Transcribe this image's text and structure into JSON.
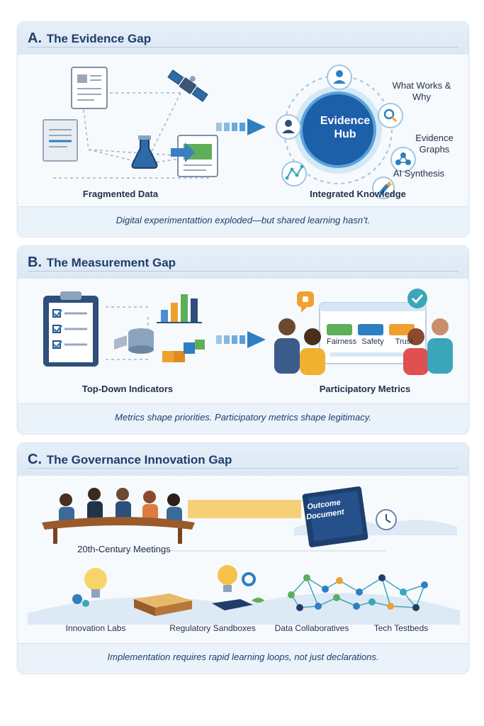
{
  "colors": {
    "navy": "#1f3d6b",
    "accent": "#2d7fc1",
    "teal": "#3aa6b9",
    "orange": "#f0a030",
    "panel": "#f7fafd"
  },
  "section_a": {
    "letter": "A.",
    "title": "The Evidence Gap",
    "left_caption": "Fragmented Data",
    "right_caption": "Integrated Knowledge",
    "hub_label": "Evidence Hub",
    "node_what_works": "What Works & Why",
    "node_evidence_graphs": "Evidence Graphs",
    "node_ai_synthesis": "AI Synthesis",
    "note": "Digital experimentattion exploded—but shared learning hasn’t."
  },
  "section_b": {
    "letter": "B.",
    "title": "The Measurement Gap",
    "left_caption": "Top-Down Indicators",
    "right_caption": "Participatory Metrics",
    "screen_labels": [
      "Fairness",
      "Safety",
      "Trust"
    ],
    "note": "Metrics shape priorities. Participatory metrics shape legitimacy."
  },
  "section_c": {
    "letter": "C.",
    "title": "The Governance Innovation Gap",
    "meeting_caption": "20th-Century Meetings",
    "book_label": "Outcome Document",
    "items": [
      "Innovation Labs",
      "Regulatory Sandboxes",
      "Data Collaboratives",
      "Tech Testbeds"
    ],
    "note": "Implementation requires rapid learning loops, not just declarations."
  }
}
